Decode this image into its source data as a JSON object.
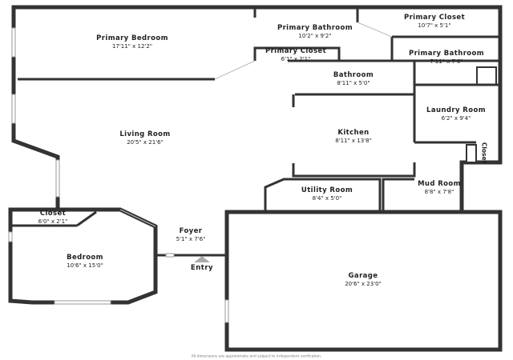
{
  "rooms": {
    "primary_bedroom": {
      "name": "Primary Bedroom",
      "dims": "17'11\" x 12'2\""
    },
    "primary_bathroom": {
      "name": "Primary Bathroom",
      "dims": "10'2\" x 9'2\""
    },
    "primary_closet_large": {
      "name": "Primary Closet",
      "dims": "10'7\" x 5'1\""
    },
    "primary_closet_small": {
      "name": "Primary Closet",
      "dims": "6'1\" x 2'1\""
    },
    "primary_bathroom_2": {
      "name": "Primary Bathroom",
      "dims": "7'11\" x 7'6\""
    },
    "bathroom": {
      "name": "Bathroom",
      "dims": "8'11\" x 5'0\""
    },
    "laundry_room": {
      "name": "Laundry Room",
      "dims": "6'2\" x 9'4\""
    },
    "living_room": {
      "name": "Living Room",
      "dims": "20'5\" x 21'6\""
    },
    "kitchen": {
      "name": "Kitchen",
      "dims": "8'11\" x 13'8\""
    },
    "closet_side": {
      "name": "Closet"
    },
    "utility_room": {
      "name": "Utility Room",
      "dims": "8'4\" x 5'0\""
    },
    "mud_room": {
      "name": "Mud Room",
      "dims": "8'8\" x 7'8\""
    },
    "closet_bed": {
      "name": "Closet",
      "dims": "6'0\" x 2'1\""
    },
    "foyer": {
      "name": "Foyer",
      "dims": "5'1\" x 7'6\""
    },
    "bedroom": {
      "name": "Bedroom",
      "dims": "10'6\" x 15'0\""
    },
    "garage": {
      "name": "Garage",
      "dims": "20'6\" x 23'0\""
    }
  },
  "entry": {
    "label": "Entry"
  },
  "footer": {
    "text": "All dimensions are approximate and subject to independent verification."
  },
  "colors": {
    "wall": "#333333",
    "window": "#9a9a9a",
    "background": "#ffffff"
  },
  "icons": {
    "entry_marker": "triangle-up-icon"
  }
}
